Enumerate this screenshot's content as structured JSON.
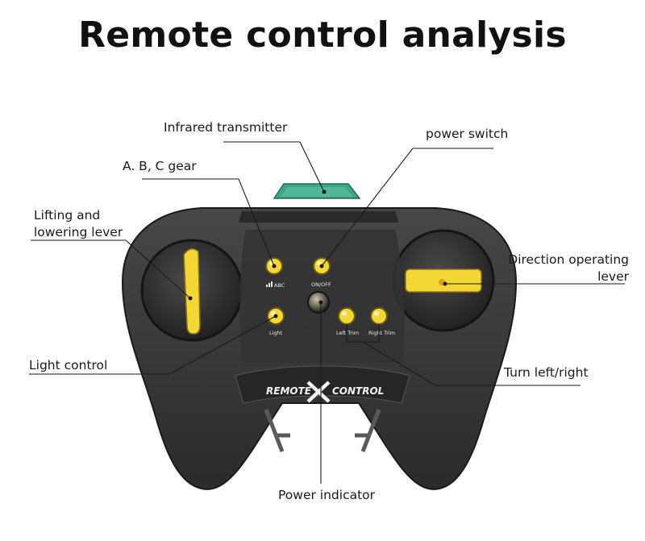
{
  "title": "Remote control analysis",
  "labels": {
    "infrared": "Infrared transmitter",
    "power_switch": "power switch",
    "gear": "A. B, C gear",
    "lifting_line1": "Lifting and",
    "lifting_line2": "lowering lever",
    "direction_line1": "Direction operating",
    "direction_line2": "lever",
    "light": "Light control",
    "turn": "Turn left/right",
    "indicator": "Power indicator"
  },
  "device_text": {
    "abc": "ABC",
    "onoff": "ON/OFF",
    "light": "Light",
    "left_trim": "Left Trim",
    "right_trim": "Right Trim",
    "logo_remote": "REMOTE",
    "logo_control": "CONTROL"
  },
  "colors": {
    "body": "#3a3a3c",
    "body_dark": "#222224",
    "accent_yellow": "#f2d735",
    "transmitter": "#3fa58a"
  }
}
